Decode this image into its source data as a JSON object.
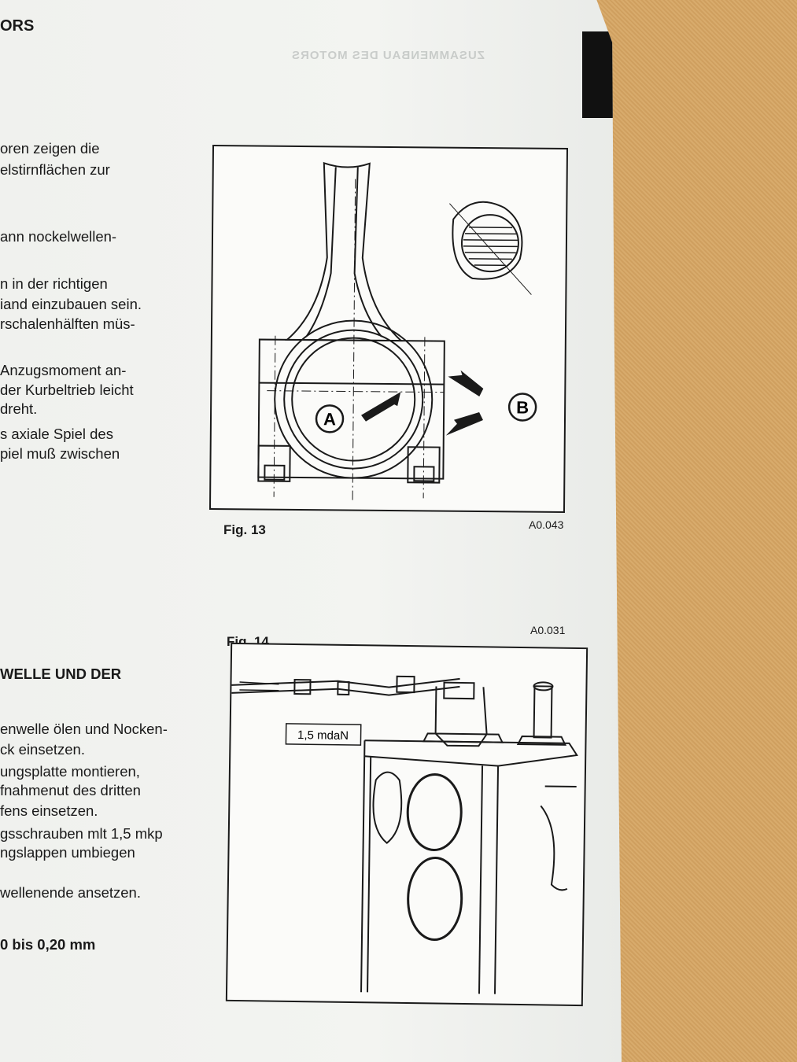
{
  "page": {
    "header": "ORS",
    "ghost_header": "ZUSAMMENBAU DES MOTORS"
  },
  "left_text": [
    "oren zeigen die",
    "elstirnflächen zur",
    "ann nockelwellen-",
    "n in der richtigen",
    "iand einzubauen sein.",
    "rschalenhälften müs-",
    "Anzugsmoment an-",
    "der Kurbeltrieb leicht",
    " dreht.",
    "s axiale Spiel des",
    "piel muß zwischen",
    "WELLE UND DER",
    "enwelle ölen und Nocken-",
    "ck einsetzen.",
    "ungsplatte montieren,",
    "fnahmenut des dritten",
    "fens einsetzen.",
    "gsschrauben mlt 1,5 mkp",
    "ngslappen umbiegen",
    "wellenende ansetzen.",
    "0 bis 0,20 mm"
  ],
  "fig13": {
    "caption": "Fig. 13",
    "ref": "A0.043",
    "label_a": "A",
    "label_b": "B"
  },
  "fig14": {
    "caption": "Fig. 14",
    "ref": "A0.031",
    "torque_label": "1,5 mdaN"
  }
}
